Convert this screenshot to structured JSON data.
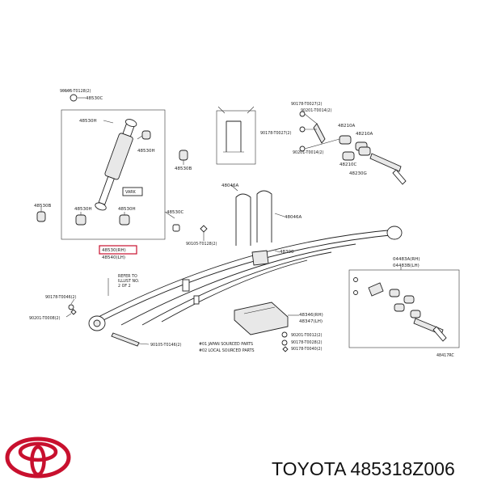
{
  "labels": {
    "p90105_t0128_top": "90105-T0128(2)",
    "p48530c_top": "48530C",
    "p48530h_a": "48530H",
    "p48530h_b": "48530H",
    "p48530b": "48530B",
    "p48530h_c": "48530H",
    "p48530h_d": "48530H",
    "p48530c_right": "48530C",
    "p48530b_left": "48530B",
    "p90105_t0128_bot": "90105-T0128(2)",
    "p48530_rh": "48530(RH)",
    "p48540_lh": "48540(LH)",
    "stamp": "VARK",
    "p90178_t0027": "90178-T0027(2)",
    "p90201_t0014_a": "90201-T0014(2)",
    "p90178_t0027_b": "90178-T0027(2)",
    "p90201_t0014_b": "90201-T0014(2)",
    "p48210a_a": "48210A",
    "p48210a_b": "48210A",
    "p48210c": "48210C",
    "p48230g": "48230G",
    "p48046a_a": "48046A",
    "p48046a_b": "48046A",
    "p48300": "48300",
    "note_a": "REFER TO",
    "note_b": "ILLUST NO.",
    "note_c": "2 OF 2",
    "p04483a_rh": "04483A(RH)",
    "p04483b_lh": "04483B(LH)",
    "p90178_t0046_left": "90178-T0046(2)",
    "p90201_t0008": "90201-T0008(2)",
    "p90105_t0146": "90105-T0146(2)",
    "p48346_rh": "48346(RH)",
    "p48347_lh": "48347(LH)",
    "p90201_t0012": "90201-T0012(2)",
    "p90178_t0028a": "90178-T0028(2)",
    "p90178_t0040": "90178-T0040(2)",
    "foot_1": "#01 JAPAN SOURCED PARTS",
    "foot_2": "#02 LOCAL SOURCED PARTS",
    "fig_code": "48417RC"
  },
  "brand": {
    "caption": "TOYOTA 485318Z006",
    "logo_color": "#c8102e"
  }
}
